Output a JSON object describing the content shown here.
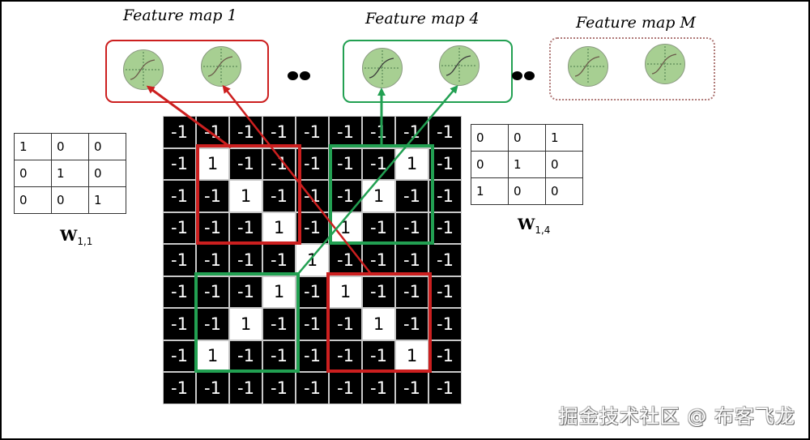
{
  "colors": {
    "red": "#cc1f1f",
    "green": "#22a052",
    "faded_red": "#b07a78",
    "neuron_fill": "#a7cf92",
    "cell_negative_bg": "#000000",
    "cell_positive_bg": "#ffffff"
  },
  "feature_maps": [
    {
      "title": "Feature map 1",
      "border_color": "#cc1f1f",
      "neurons": 2
    },
    {
      "title": "Feature map 4",
      "border_color": "#22a052",
      "neurons": 2
    },
    {
      "title": "Feature map M",
      "border_color": "#b07a78",
      "neurons": 2
    }
  ],
  "ellipsis": [
    "••",
    "••"
  ],
  "weights": [
    {
      "label": "W",
      "subscript": "1,1",
      "matrix": [
        [
          "1",
          "0",
          "0"
        ],
        [
          "0",
          "1",
          "0"
        ],
        [
          "0",
          "0",
          "1"
        ]
      ]
    },
    {
      "label": "W",
      "subscript": "1,4",
      "matrix": [
        [
          "0",
          "0",
          "1"
        ],
        [
          "0",
          "1",
          "0"
        ],
        [
          "1",
          "0",
          "0"
        ]
      ]
    }
  ],
  "input_grid": [
    [
      "-1",
      "-1",
      "-1",
      "-1",
      "-1",
      "-1",
      "-1",
      "-1",
      "-1"
    ],
    [
      "-1",
      "1",
      "-1",
      "-1",
      "-1",
      "-1",
      "-1",
      "1",
      "-1"
    ],
    [
      "-1",
      "-1",
      "1",
      "-1",
      "-1",
      "-1",
      "1",
      "-1",
      "-1"
    ],
    [
      "-1",
      "-1",
      "-1",
      "1",
      "-1",
      "1",
      "-1",
      "-1",
      "-1"
    ],
    [
      "-1",
      "-1",
      "-1",
      "-1",
      "1",
      "-1",
      "-1",
      "-1",
      "-1"
    ],
    [
      "-1",
      "-1",
      "-1",
      "1",
      "-1",
      "1",
      "-1",
      "-1",
      "-1"
    ],
    [
      "-1",
      "-1",
      "1",
      "-1",
      "-1",
      "-1",
      "1",
      "-1",
      "-1"
    ],
    [
      "-1",
      "1",
      "-1",
      "-1",
      "-1",
      "-1",
      "-1",
      "1",
      "-1"
    ],
    [
      "-1",
      "-1",
      "-1",
      "-1",
      "-1",
      "-1",
      "-1",
      "-1",
      "-1"
    ]
  ],
  "receptive_fields": [
    {
      "color": "red",
      "row": 1,
      "col": 1,
      "size": 3,
      "target": "Feature map 1, neuron 1"
    },
    {
      "color": "green",
      "row": 1,
      "col": 5,
      "size": 3,
      "target": "Feature map 4, neuron 1"
    },
    {
      "color": "green",
      "row": 5,
      "col": 1,
      "size": 3,
      "target": "Feature map 4, neuron 2"
    },
    {
      "color": "red",
      "row": 5,
      "col": 5,
      "size": 3,
      "target": "Feature map 1, neuron 2"
    }
  ],
  "watermark": "掘金技术社区 @ 布客飞龙"
}
